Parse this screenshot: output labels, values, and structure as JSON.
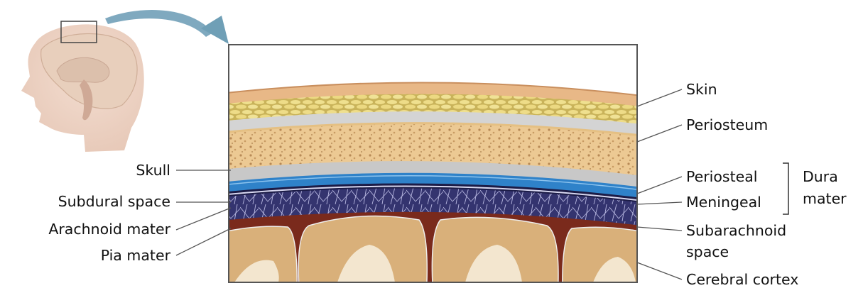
{
  "labels": {
    "left": {
      "skull": "Skull",
      "subdural_space": "Subdural space",
      "arachnoid_mater": "Arachnoid mater",
      "pia_mater": "Pia mater"
    },
    "right": {
      "skin": "Skin",
      "periosteum": "Periosteum",
      "periosteal": "Periosteal",
      "meningeal": "Meningeal",
      "subarachnoid_line1": "Subarachnoid",
      "subarachnoid_line2": "space",
      "cerebral_cortex": "Cerebral cortex"
    },
    "dura": {
      "line1": "Dura",
      "line2": "mater"
    }
  },
  "colors": {
    "skin": "#e8b987",
    "fat": "#e6d47a",
    "periosteum": "#cfcfcf",
    "bone": "#e8c790",
    "dura_blue": "#2f82c9",
    "subarachnoid": "#3a3a7e",
    "cortex": "#d9b07a",
    "sulcus": "#7a2a1c",
    "arrow": "#6f9fb6",
    "leader": "#555555"
  }
}
